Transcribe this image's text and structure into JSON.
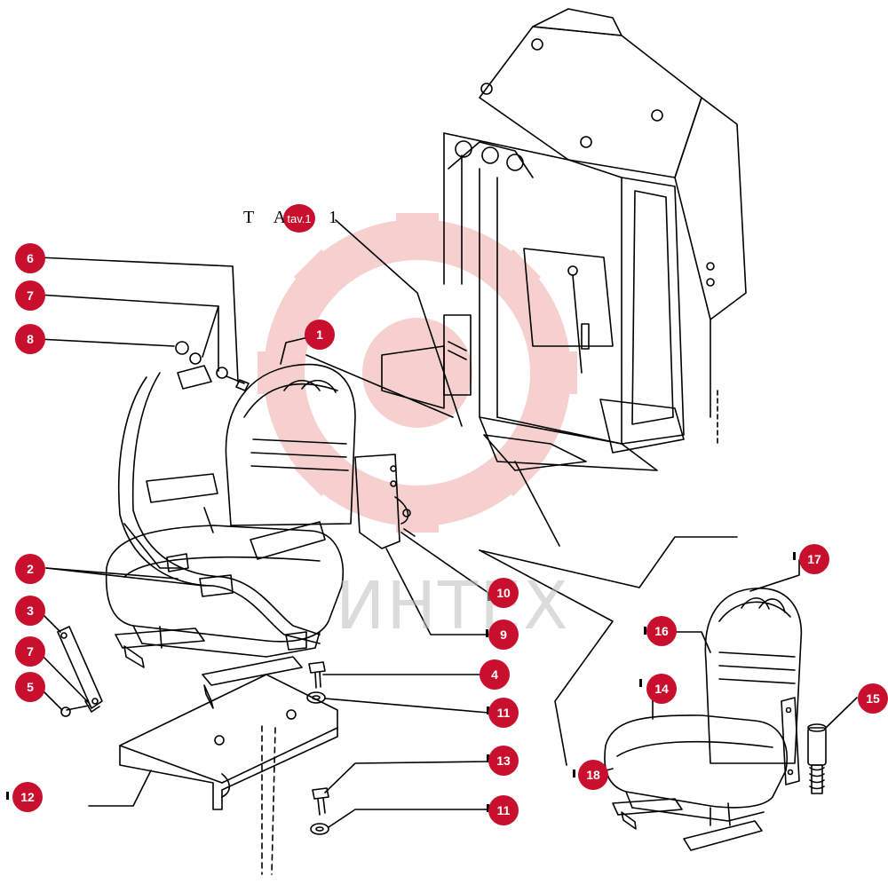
{
  "diagram": {
    "reference_label": "T A",
    "reference_tail": "1",
    "reference_badge": "tav.1",
    "watermark": "ИНТЕХ",
    "colors": {
      "callout": "#c8102e",
      "watermark_logo": "#f2b5b5",
      "line": "#000000"
    },
    "callouts": [
      "1",
      "2",
      "3",
      "4",
      "5",
      "6",
      "7",
      "7",
      "8",
      "9",
      "10",
      "11",
      "11",
      "12",
      "13",
      "14",
      "15",
      "16",
      "17",
      "18"
    ]
  }
}
